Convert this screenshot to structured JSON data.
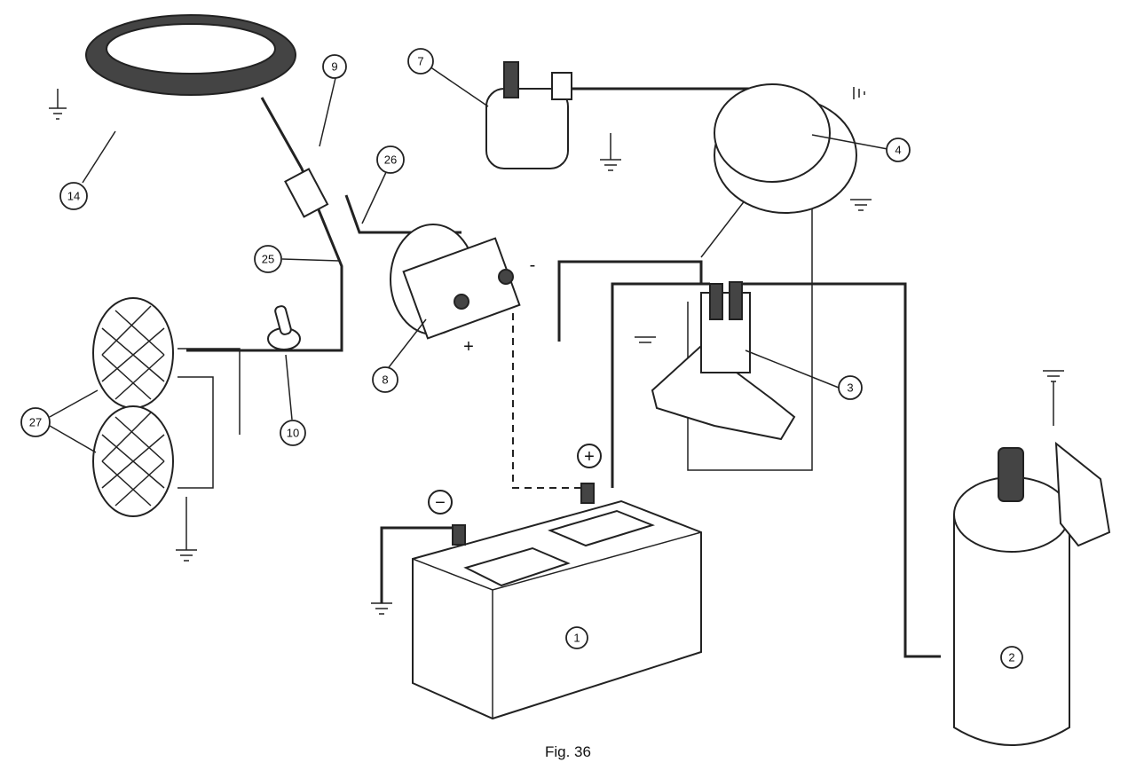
{
  "figure": {
    "caption": "Fig. 36",
    "callouts": [
      {
        "id": "c1",
        "label": "1",
        "part": "battery"
      },
      {
        "id": "c2",
        "label": "2",
        "part": "starter motor"
      },
      {
        "id": "c3",
        "label": "3",
        "part": "solenoid"
      },
      {
        "id": "c4",
        "label": "4",
        "part": "ignition switch"
      },
      {
        "id": "c7",
        "label": "7",
        "part": "ignition coil/ fuel solenoid"
      },
      {
        "id": "c8",
        "label": "8",
        "part": "ammeter"
      },
      {
        "id": "c9",
        "label": "9",
        "part": "diode/ connector"
      },
      {
        "id": "c10",
        "label": "10",
        "part": "light switch"
      },
      {
        "id": "c14",
        "label": "14",
        "part": "alternator stator"
      },
      {
        "id": "c25",
        "label": "25",
        "part": "wire"
      },
      {
        "id": "c26",
        "label": "26",
        "part": "wire"
      },
      {
        "id": "c27",
        "label": "27",
        "part": "headlights"
      }
    ],
    "signs": {
      "plus_meter": "+",
      "minus_meter": "-",
      "battery_plus": "+",
      "battery_minus": "−"
    }
  }
}
